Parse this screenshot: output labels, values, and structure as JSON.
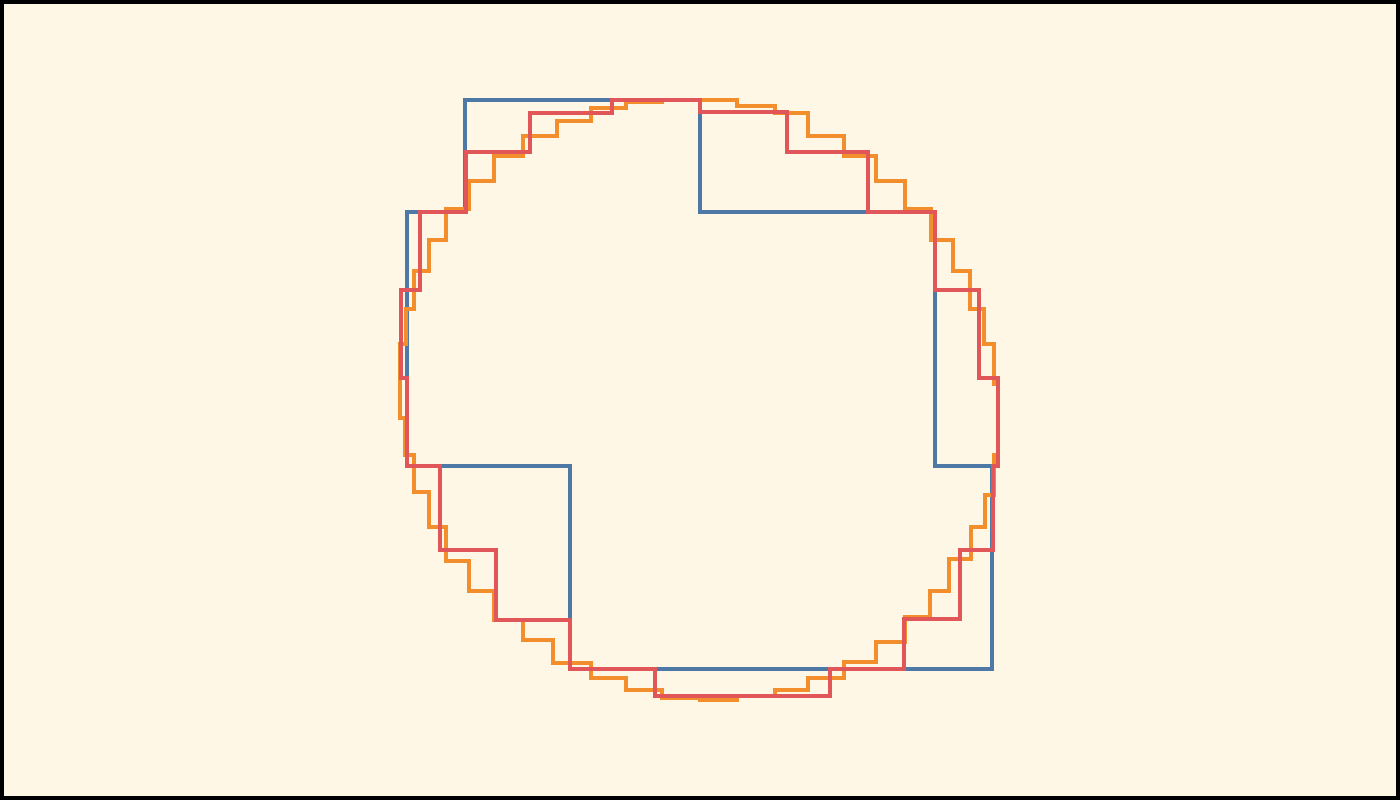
{
  "background_color": "#fff7e6",
  "frame_color": "#000000",
  "curves": [
    {
      "id": "coarse-approximation",
      "color": "#4e79a7",
      "refinement": "coarse"
    },
    {
      "id": "fine-approximation",
      "color": "#f28e2b",
      "refinement": "fine"
    },
    {
      "id": "medium-approximation",
      "color": "#e15759",
      "refinement": "medium"
    }
  ]
}
